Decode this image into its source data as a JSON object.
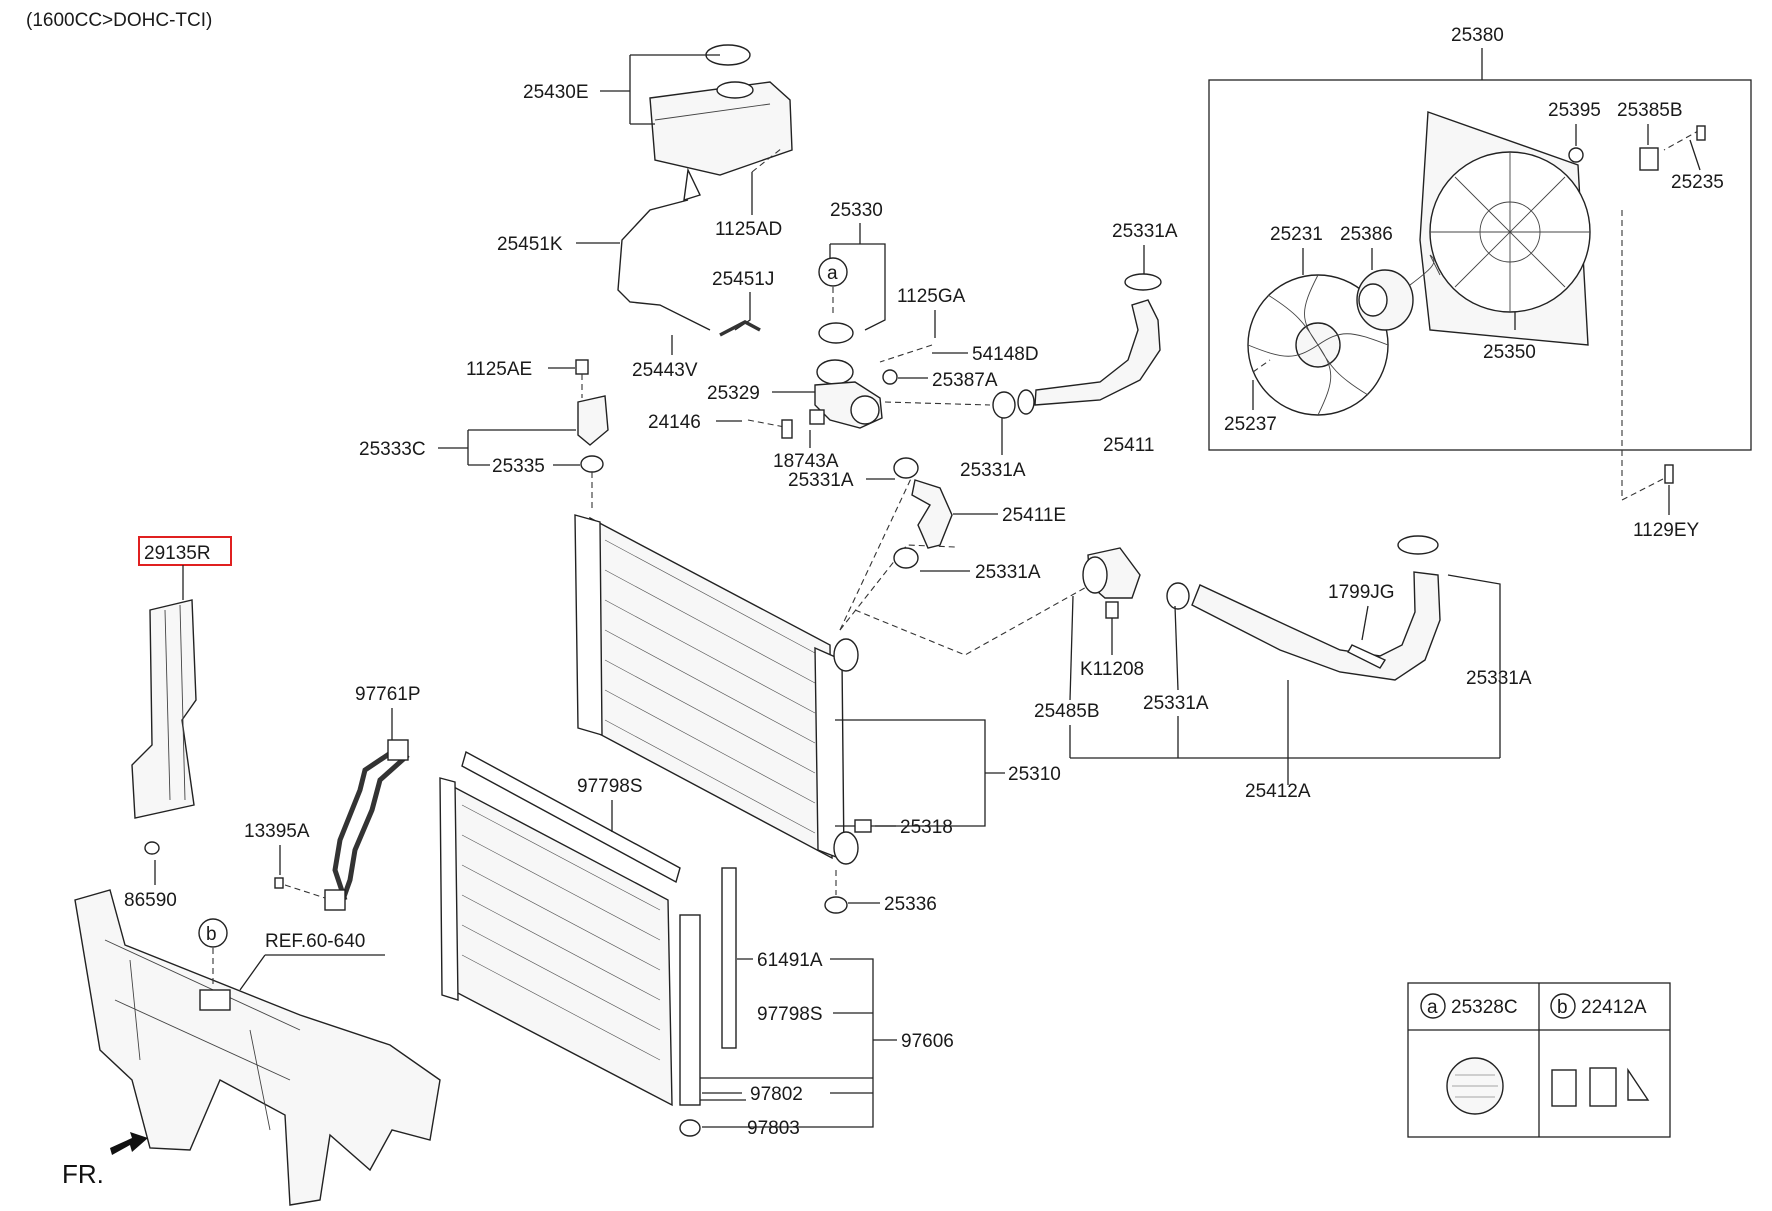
{
  "header": {
    "engine_note": "(1600CC>DOHC-TCI)"
  },
  "parts": {
    "p25430E": "25430E",
    "p1125AD": "1125AD",
    "p25451K": "25451K",
    "p25330": "25330",
    "p25451J": "25451J",
    "p1125GA": "1125GA",
    "p25443V": "25443V",
    "p54148D": "54148D",
    "p1125AE": "1125AE",
    "p25387A": "25387A",
    "p25329": "25329",
    "p24146": "24146",
    "p25333C": "25333C",
    "p18743A": "18743A",
    "p25335": "25335",
    "p25331A_top": "25331A",
    "p25331A_hose": "25331A",
    "p25331A_left": "25331A",
    "p25331A_mid": "25331A",
    "p25331A_right": "25331A",
    "p25331A_bot": "25331A",
    "p25411": "25411",
    "p25411E": "25411E",
    "p25380": "25380",
    "p25395": "25395",
    "p25385B": "25385B",
    "p25235": "25235",
    "p25231": "25231",
    "p25386": "25386",
    "p25350": "25350",
    "p25237": "25237",
    "p1129EY": "1129EY",
    "p29135R": "29135R",
    "p1799JG": "1799JG",
    "pK11208": "K11208",
    "p25485B": "25485B",
    "p25412A": "25412A",
    "p97761P": "97761P",
    "p97798S_top": "97798S",
    "p25310": "25310",
    "p13395A": "13395A",
    "p25318": "25318",
    "p86590": "86590",
    "p25336": "25336",
    "pREF": "REF.60-640",
    "p61491A": "61491A",
    "p97798S_bot": "97798S",
    "p97606": "97606",
    "p97802": "97802",
    "p97803": "97803",
    "callout_a": "a",
    "callout_b": "b",
    "fr": "FR."
  },
  "legend": {
    "a_letter": "a",
    "a_part": "25328C",
    "b_letter": "b",
    "b_part": "22412A"
  }
}
